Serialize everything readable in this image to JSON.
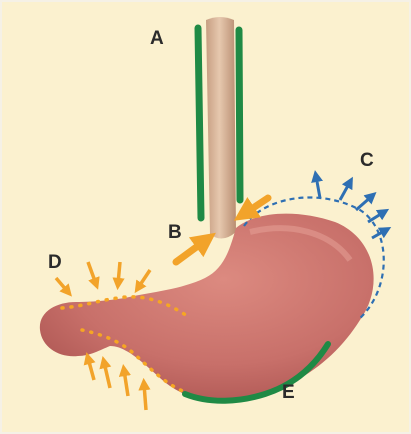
{
  "labels": {
    "a": "A",
    "b": "B",
    "c": "C",
    "d": "D",
    "e": "E"
  },
  "colors": {
    "background": "#fbf1cf",
    "esophagus": "#d9b89a",
    "stomach": "#c9706a",
    "green_band": "#1f8a45",
    "orange_arrow": "#f2a32a",
    "orange_dots": "#f6a623",
    "blue_arrow": "#2e6fb3"
  }
}
